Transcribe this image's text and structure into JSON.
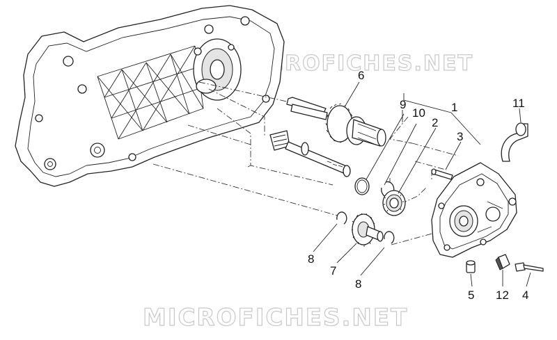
{
  "watermarks": {
    "upper": "MICROFICHES.NET",
    "lower": "MICROFICHES.NET"
  },
  "callouts": [
    "1",
    "2",
    "3",
    "4",
    "5",
    "6",
    "7",
    "8",
    "8",
    "9",
    "10",
    "11",
    "12"
  ],
  "colors": {
    "line": "#222222",
    "background": "#ffffff",
    "watermark": "#c8c8c8"
  }
}
